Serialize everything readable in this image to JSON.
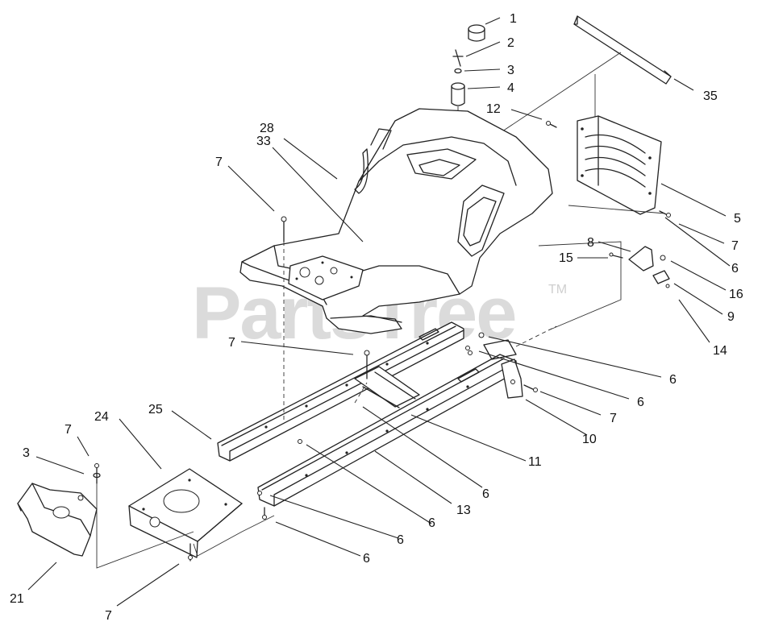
{
  "watermark": {
    "text": "PartsTree",
    "trademark": "TM"
  },
  "callouts": [
    {
      "id": "c1",
      "text": "1"
    },
    {
      "id": "c2",
      "text": "2"
    },
    {
      "id": "c3a",
      "text": "3"
    },
    {
      "id": "c4",
      "text": "4"
    },
    {
      "id": "c12",
      "text": "12"
    },
    {
      "id": "c35",
      "text": "35"
    },
    {
      "id": "c28",
      "text": "28"
    },
    {
      "id": "c33",
      "text": "33"
    },
    {
      "id": "c7a",
      "text": "7"
    },
    {
      "id": "c5",
      "text": "5"
    },
    {
      "id": "c7b",
      "text": "7"
    },
    {
      "id": "c6a",
      "text": "6"
    },
    {
      "id": "c8",
      "text": "8"
    },
    {
      "id": "c15",
      "text": "15"
    },
    {
      "id": "c16",
      "text": "16"
    },
    {
      "id": "c9",
      "text": "9"
    },
    {
      "id": "c14",
      "text": "14"
    },
    {
      "id": "c7c",
      "text": "7"
    },
    {
      "id": "c6b",
      "text": "6"
    },
    {
      "id": "c6c",
      "text": "6"
    },
    {
      "id": "c7d",
      "text": "7"
    },
    {
      "id": "c25",
      "text": "25"
    },
    {
      "id": "c24",
      "text": "24"
    },
    {
      "id": "c7e",
      "text": "7"
    },
    {
      "id": "c10",
      "text": "10"
    },
    {
      "id": "c11",
      "text": "11"
    },
    {
      "id": "c3b",
      "text": "3"
    },
    {
      "id": "c6d",
      "text": "6"
    },
    {
      "id": "c13",
      "text": "13"
    },
    {
      "id": "c6e",
      "text": "6"
    },
    {
      "id": "c6f",
      "text": "6"
    },
    {
      "id": "c6g",
      "text": "6"
    },
    {
      "id": "c21",
      "text": "21"
    },
    {
      "id": "c7f",
      "text": "7"
    }
  ]
}
